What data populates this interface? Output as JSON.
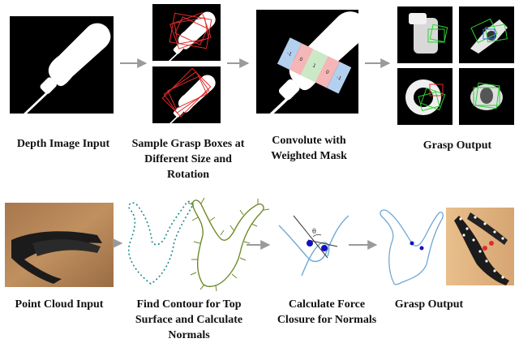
{
  "top_row": {
    "steps": [
      {
        "lines": [
          "Depth Image Input"
        ]
      },
      {
        "lines": [
          "Sample Grasp Boxes at",
          "Different Size and",
          "Rotation"
        ]
      },
      {
        "lines": [
          "Convolute with",
          "Weighted Mask"
        ]
      },
      {
        "lines": [
          "Grasp Output"
        ]
      }
    ],
    "mask_labels": [
      "-1",
      "0",
      "1",
      "0",
      "-1"
    ]
  },
  "bottom_row": {
    "steps": [
      {
        "lines": [
          "Point Cloud Input"
        ]
      },
      {
        "lines": [
          "Find Contour for Top",
          "Surface and Calculate",
          "Normals"
        ]
      },
      {
        "lines": [
          "Calculate Force",
          "Closure for Normals"
        ]
      },
      {
        "lines": [
          "Grasp Output"
        ]
      }
    ],
    "angle_label": "θ"
  },
  "colors": {
    "arrow": "#9a9a9a",
    "grasp_box_sampled": "#e32b2b",
    "grasp_box_output": "#2fd12f",
    "mask_red": "#f4b6b6",
    "mask_green": "#cbe9c7",
    "mask_blue": "#b4d0ef",
    "contour_teal": "#1c8a8a",
    "contour_olive": "#6e8a2a",
    "contact_point": "#1010c0",
    "closure_line": "#6fa8d6"
  }
}
